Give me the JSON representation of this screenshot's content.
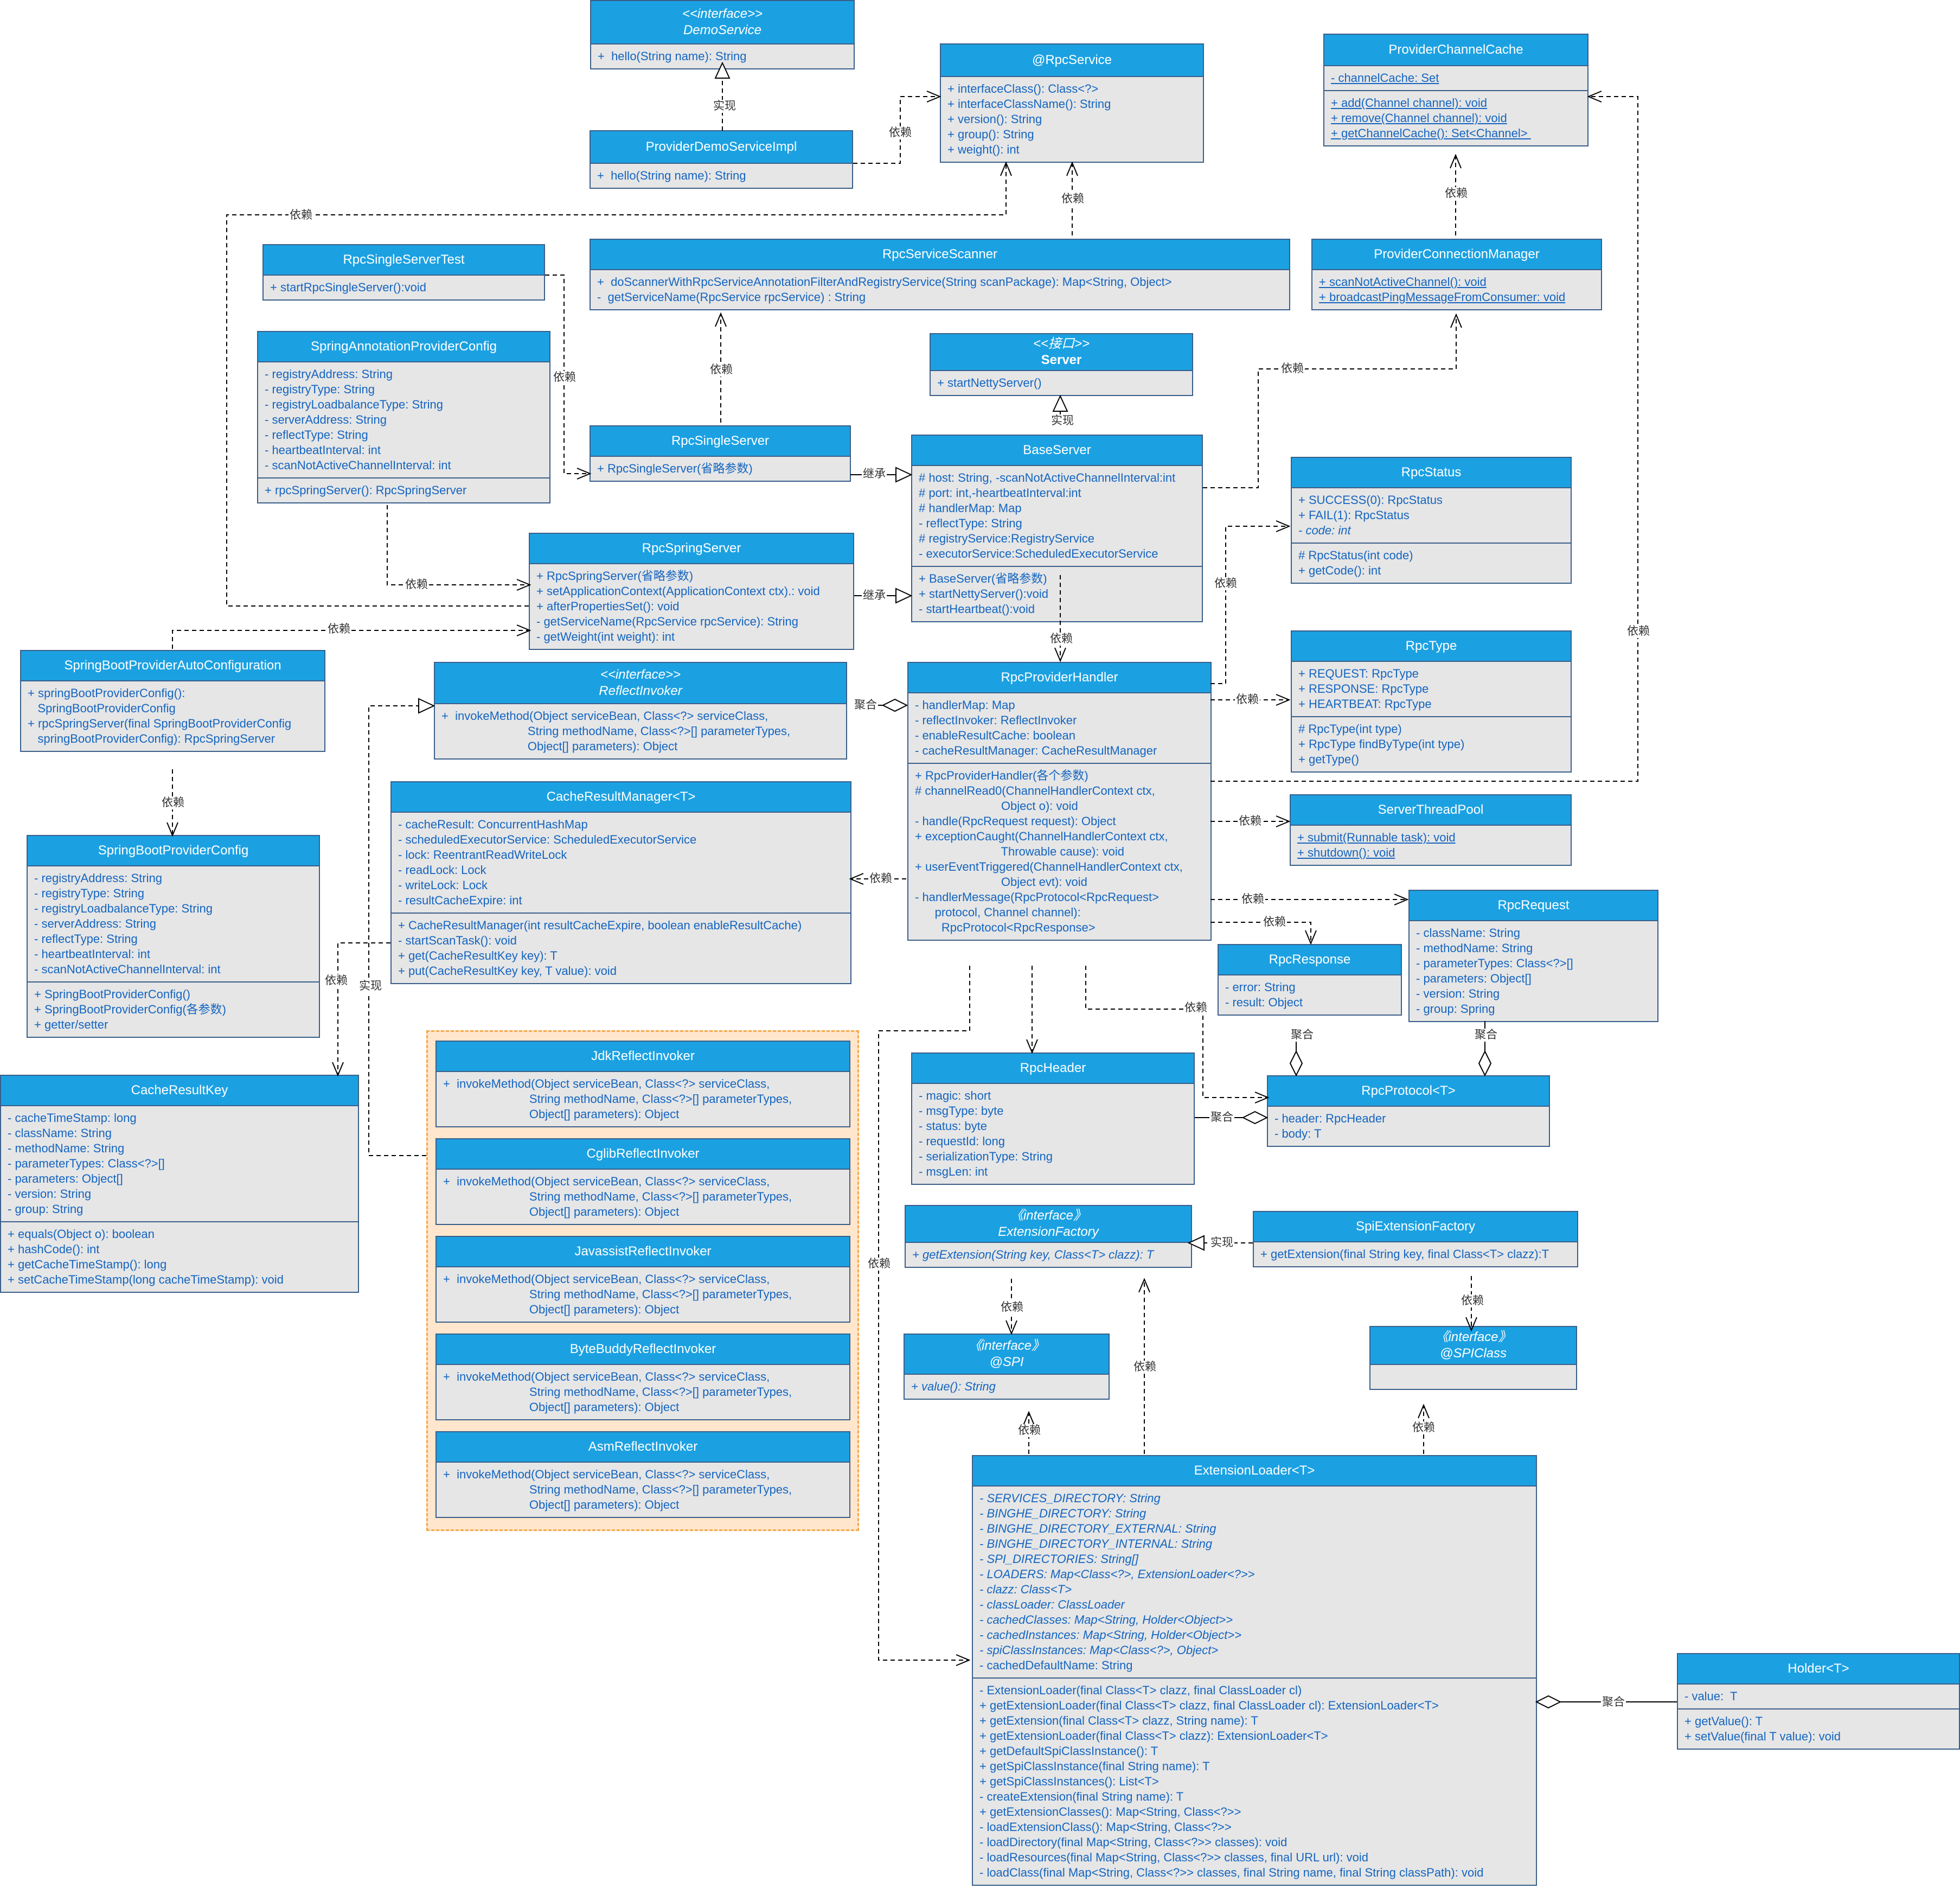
{
  "colors": {
    "header_fill": "#1ba1e2",
    "body_fill": "#e6e6e6",
    "member_text": "#1565c0",
    "border": "#3a5f8a",
    "group_fill": "#ffe6cc",
    "group_border": "#f5a84a"
  },
  "classes": [
    {
      "id": "DemoService",
      "stereo": "<<interface>>",
      "name": "DemoService",
      "italic": true,
      "sections": [
        [
          "+  hello(String name): String"
        ]
      ]
    },
    {
      "id": "ProviderDemoServiceImpl",
      "name": "ProviderDemoServiceImpl",
      "sections": [
        [
          "+  hello(String name): String"
        ]
      ]
    },
    {
      "id": "RpcServiceAnno",
      "name": "@RpcService",
      "sections": [
        [
          "+ interfaceClass(): Class<?>",
          "+ interfaceClassName(): String",
          "+ version(): String",
          "+ group(): String",
          "+ weight(): int"
        ]
      ]
    },
    {
      "id": "ProviderChannelCache",
      "name": "ProviderChannelCache",
      "sections": [
        [
          "- channelCache: Set"
        ],
        [
          "+ add(Channel channel): void",
          "+ remove(Channel channel): void",
          "+ getChannelCache(): Set<Channel> "
        ]
      ],
      "underline": [
        0,
        1
      ]
    },
    {
      "id": "RpcSingleServerTest",
      "name": "RpcSingleServerTest",
      "sections": [
        [
          "+ startRpcSingleServer():void"
        ]
      ]
    },
    {
      "id": "RpcServiceScanner",
      "name": "RpcServiceScanner",
      "sections": [
        [
          "+  doScannerWithRpcServiceAnnotationFilterAndRegistryService(String scanPackage): Map<String, Object>",
          "-  getServiceName(RpcService rpcService) : String"
        ]
      ]
    },
    {
      "id": "ProviderConnectionManager",
      "name": "ProviderConnectionManager",
      "sections": [
        [
          "+ scanNotActiveChannel(): void",
          "+ broadcastPingMessageFromConsumer: void"
        ]
      ],
      "underline": [
        0
      ]
    },
    {
      "id": "ServerIface",
      "stereo": "<<接口>>",
      "name": "Server",
      "bold": true,
      "sections": [
        [
          "+ startNettyServer()"
        ]
      ]
    },
    {
      "id": "SpringAnnotationProviderConfig",
      "name": "SpringAnnotationProviderConfig",
      "sections": [
        [
          "- registryAddress: String",
          "- registryType: String",
          "- registryLoadbalanceType: String",
          "- serverAddress: String",
          "- reflectType: String",
          "- heartbeatInterval: int",
          "- scanNotActiveChannelInterval: int"
        ],
        [
          "+ rpcSpringServer(): RpcSpringServer"
        ]
      ]
    },
    {
      "id": "RpcSingleServer",
      "name": "RpcSingleServer",
      "sections": [
        [
          "+ RpcSingleServer(省略参数)"
        ]
      ]
    },
    {
      "id": "BaseServer",
      "name": "BaseServer",
      "sections": [
        [
          "# host: String, -scanNotActiveChannelInterval:int",
          "# port: int,-heartbeatInterval:int",
          "# handlerMap: Map",
          "- reflectType: String",
          "# registryService:RegistryService",
          "- executorService:ScheduledExecutorService"
        ],
        [
          "+ BaseServer(省略参数)",
          "+ startNettyServer():void",
          "- startHeartbeat():void"
        ]
      ]
    },
    {
      "id": "RpcStatus",
      "name": "RpcStatus",
      "sections": [
        [
          "+ SUCCESS(0): RpcStatus",
          "+ FAIL(1): RpcStatus",
          "- code: int"
        ],
        [
          "# RpcStatus(int code)",
          "+ getCode(): int"
        ]
      ],
      "italic_lines": [
        [
          0,
          2
        ]
      ]
    },
    {
      "id": "RpcSpringServer",
      "name": "RpcSpringServer",
      "sections": [
        [
          "+ RpcSpringServer(省略参数)",
          "+ setApplicationContext(ApplicationContext ctx).: void",
          "+ afterPropertiesSet(): void",
          "- getServiceName(RpcService rpcService): String",
          "- getWeight(int weight): int"
        ]
      ]
    },
    {
      "id": "SpringBootProviderAutoConfiguration",
      "name": "SpringBootProviderAutoConfiguration",
      "sections": [
        [
          "+ springBootProviderConfig():",
          "   SpringBootProviderConfig",
          "+ rpcSpringServer(final SpringBootProviderConfig",
          "   springBootProviderConfig): RpcSpringServer"
        ]
      ]
    },
    {
      "id": "ReflectInvoker",
      "stereo": "<<interface>>",
      "name": "ReflectInvoker",
      "italic": true,
      "sections": [
        [
          "+  invokeMethod(Object serviceBean, Class<?> serviceClass,",
          "                          String methodName, Class<?>[] parameterTypes,",
          "                          Object[] parameters): Object"
        ]
      ]
    },
    {
      "id": "RpcProviderHandler",
      "name": "RpcProviderHandler",
      "sections": [
        [
          "- handlerMap: Map",
          "- reflectInvoker: ReflectInvoker",
          "- enableResultCache: boolean",
          "- cacheResultManager: CacheResultManager"
        ],
        [
          "+ RpcProviderHandler(各个参数)",
          "# channelRead0(ChannelHandlerContext ctx,",
          "                          Object o): void",
          "- handle(RpcRequest request): Object",
          "+ exceptionCaught(ChannelHandlerContext ctx,",
          "                          Throwable cause): void",
          "+ userEventTriggered(ChannelHandlerContext ctx,",
          "                          Object evt): void",
          "- handlerMessage(RpcProtocol<RpcRequest>",
          "      protocol, Channel channel):",
          "        RpcProtocol<RpcResponse>"
        ]
      ]
    },
    {
      "id": "RpcType",
      "name": "RpcType",
      "sections": [
        [
          "+ REQUEST: RpcType",
          "+ RESPONSE: RpcType",
          "+ HEARTBEAT: RpcType"
        ],
        [
          "# RpcType(int type)",
          "+ RpcType findByType(int type)",
          "+ getType()"
        ]
      ]
    },
    {
      "id": "SpringBootProviderConfig",
      "name": "SpringBootProviderConfig",
      "sections": [
        [
          "- registryAddress: String",
          "- registryType: String",
          "- registryLoadbalanceType: String",
          "- serverAddress: String",
          "- reflectType: String",
          "- heartbeatInterval: int",
          "- scanNotActiveChannelInterval: int"
        ],
        [
          "+ SpringBootProviderConfig()",
          "+ SpringBootProviderConfig(各参数)",
          "+ getter/setter"
        ]
      ]
    },
    {
      "id": "CacheResultManager",
      "name": "CacheResultManager<T>",
      "sections": [
        [
          "- cacheResult: ConcurrentHashMap",
          "- scheduledExecutorService: ScheduledExecutorService",
          "- lock: ReentrantReadWriteLock",
          "- readLock: Lock",
          "- writeLock: Lock",
          "- resultCacheExpire: int"
        ],
        [
          "+ CacheResultManager(int resultCacheExpire, boolean enableResultCache)",
          "- startScanTask(): void",
          "+ get(CacheResultKey key): T",
          "+ put(CacheResultKey key, T value): void"
        ]
      ]
    },
    {
      "id": "ServerThreadPool",
      "name": "ServerThreadPool",
      "sections": [
        [
          "+ submit(Runnable task): void",
          "+ shutdown(): void"
        ]
      ],
      "underline": [
        0
      ]
    },
    {
      "id": "RpcRequest",
      "name": "RpcRequest",
      "sections": [
        [
          "- className: String",
          "- methodName: String",
          "- parameterTypes: Class<?>[]",
          "- parameters: Object[]",
          "- version: String",
          "- group: Spring"
        ]
      ]
    },
    {
      "id": "RpcResponse",
      "name": "RpcResponse",
      "sections": [
        [
          "- error: String",
          "- result: Object"
        ]
      ]
    },
    {
      "id": "CacheResultKey",
      "name": "CacheResultKey",
      "sections": [
        [
          "- cacheTimeStamp: long",
          "- className: String",
          "- methodName: String",
          "- parameterTypes: Class<?>[]",
          "- parameters: Object[]",
          "- version: String",
          "- group: String"
        ],
        [
          "+ equals(Object o): boolean",
          "+ hashCode(): int",
          "+ getCacheTimeStamp(): long",
          "+ setCacheTimeStamp(long cacheTimeStamp): void"
        ]
      ]
    },
    {
      "id": "JdkReflectInvoker",
      "name": "JdkReflectInvoker",
      "sections": [
        [
          "+  invokeMethod(Object serviceBean, Class<?> serviceClass,",
          "                          String methodName, Class<?>[] parameterTypes,",
          "                          Object[] parameters): Object"
        ]
      ]
    },
    {
      "id": "RpcHeader",
      "name": "RpcHeader",
      "sections": [
        [
          "- magic: short",
          "- msgType: byte",
          "- status: byte",
          "- requestId: long",
          "- serializationType: String",
          "- msgLen: int"
        ]
      ]
    },
    {
      "id": "RpcProtocol",
      "name": "RpcProtocol<T>",
      "sections": [
        [
          "- header: RpcHeader",
          "- body: T"
        ]
      ]
    },
    {
      "id": "CglibReflectInvoker",
      "name": "CglibReflectInvoker",
      "sections": [
        [
          "+  invokeMethod(Object serviceBean, Class<?> serviceClass,",
          "                          String methodName, Class<?>[] parameterTypes,",
          "                          Object[] parameters): Object"
        ]
      ]
    },
    {
      "id": "ExtensionFactory",
      "stereo": "《interface》",
      "name": "ExtensionFactory",
      "italic": true,
      "sections": [
        [
          "+ getExtension(String key, Class<T> clazz): T"
        ]
      ],
      "italic_lines": [
        [
          0,
          0
        ]
      ]
    },
    {
      "id": "SpiExtensionFactory",
      "name": "SpiExtensionFactory",
      "sections": [
        [
          "+ getExtension(final String key, final Class<T> clazz):T"
        ]
      ]
    },
    {
      "id": "JavassistReflectInvoker",
      "name": "JavassistReflectInvoker",
      "sections": [
        [
          "+  invokeMethod(Object serviceBean, Class<?> serviceClass,",
          "                          String methodName, Class<?>[] parameterTypes,",
          "                          Object[] parameters): Object"
        ]
      ]
    },
    {
      "id": "SPI",
      "stereo": "《interface》",
      "name": "@SPI",
      "italic": true,
      "sections": [
        [
          "+ value(): String"
        ]
      ],
      "italic_lines": [
        [
          0,
          0
        ]
      ]
    },
    {
      "id": "SPIClass",
      "stereo": "《interface》",
      "name": "@SPIClass",
      "italic": true,
      "sections": [
        [
          " "
        ]
      ]
    },
    {
      "id": "ByteBuddyReflectInvoker",
      "name": "ByteBuddyReflectInvoker",
      "sections": [
        [
          "+  invokeMethod(Object serviceBean, Class<?> serviceClass,",
          "                          String methodName, Class<?>[] parameterTypes,",
          "                          Object[] parameters): Object"
        ]
      ]
    },
    {
      "id": "AsmReflectInvoker",
      "name": "AsmReflectInvoker",
      "sections": [
        [
          "+  invokeMethod(Object serviceBean, Class<?> serviceClass,",
          "                          String methodName, Class<?>[] parameterTypes,",
          "                          Object[] parameters): Object"
        ]
      ]
    },
    {
      "id": "ExtensionLoader",
      "name": "ExtensionLoader<T>",
      "sections": [
        [
          "- SERVICES_DIRECTORY: String",
          "- BINGHE_DIRECTORY: String",
          "- BINGHE_DIRECTORY_EXTERNAL: String",
          "- BINGHE_DIRECTORY_INTERNAL: String",
          "- SPI_DIRECTORIES: String[]",
          "- LOADERS: Map<Class<?>, ExtensionLoader<?>>",
          "- clazz: Class<T>",
          "- classLoader: ClassLoader",
          "- cachedClasses: Map<String, Holder<Object>>",
          "- cachedInstances: Map<String, Holder<Object>>",
          "- spiClassInstances: Map<Class<?>, Object>",
          "- cachedDefaultName: String"
        ],
        [
          "- ExtensionLoader(final Class<T> clazz, final ClassLoader cl)",
          "+ getExtensionLoader(final Class<T> clazz, final ClassLoader cl): ExtensionLoader<T>",
          "+ getExtension(final Class<T> clazz, String name): T",
          "+ getExtensionLoader(final Class<T> clazz): ExtensionLoader<T>",
          "+ getDefaultSpiClassInstance(): T",
          "+ getSpiClassInstance(final String name): T",
          "+ getSpiClassInstances(): List<T>",
          "- createExtension(final String name): T",
          "+ getExtensionClasses(): Map<String, Class<?>>",
          "- loadExtensionClass(): Map<String, Class<?>>",
          "- loadDirectory(final Map<String, Class<?>> classes): void",
          "- loadResources(final Map<String, Class<?>> classes, final URL url): void",
          "- loadClass(final Map<String, Class<?>> classes, final String name, final String classPath): void"
        ]
      ],
      "italic_lines": [
        [
          0,
          0
        ],
        [
          0,
          1
        ],
        [
          0,
          2
        ],
        [
          0,
          3
        ],
        [
          0,
          4
        ],
        [
          0,
          5
        ],
        [
          0,
          6
        ],
        [
          0,
          7
        ],
        [
          0,
          8
        ],
        [
          0,
          9
        ],
        [
          0,
          10
        ]
      ]
    },
    {
      "id": "Holder",
      "name": "Holder<T>",
      "sections": [
        [
          "- value:  T"
        ],
        [
          "+ getValue(): T",
          "+ setValue(final T value): void"
        ]
      ]
    }
  ],
  "relations": {
    "realize": "实现",
    "depend": "依赖",
    "inherit": "继承",
    "aggregate": "聚合"
  }
}
